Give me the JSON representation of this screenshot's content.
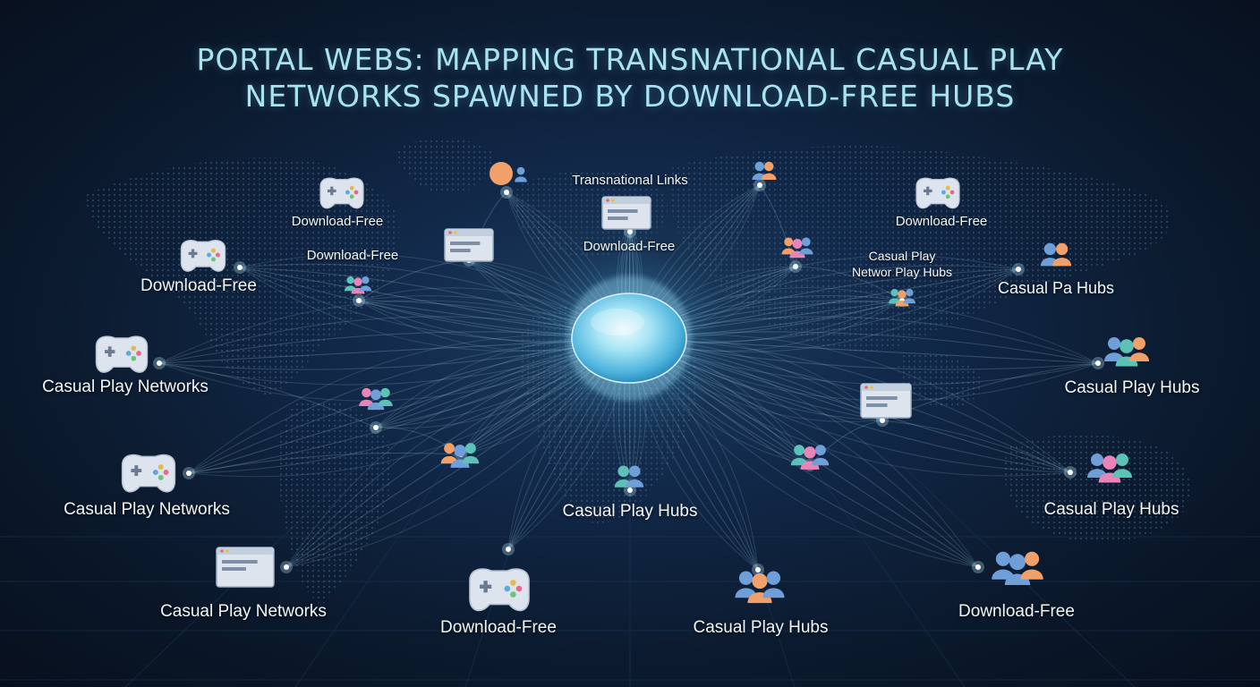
{
  "title": {
    "line1": "PORTAL WEBS: MAPPING TRANSNATIONAL CASUAL PLAY",
    "line2": "NETWORKS SPAWNED BY DOWNLOAD-FREE HUBS"
  },
  "labels": {
    "transnational_links": "Transnational Links",
    "download_free": "Download-Free",
    "casual_play_networks": "Casual Play Networks",
    "casual_play_hubs": "Casual Play Hubs",
    "casual_play": "Casual Play",
    "networ_play_hubs": "Networ Play Hubs",
    "casual_pa_hubs": "Casual Pa Hubs"
  },
  "colors": {
    "title": "#a9e3ef",
    "link_line": "#a8d8f0",
    "hub_glow": "#bdeeff",
    "map_land": "#243f5e",
    "icon_light": "#dde4ee",
    "person_blue": "#6f9fd8",
    "person_orange": "#f0a068",
    "person_pink": "#e884b8",
    "person_teal": "#5cc2b8"
  }
}
